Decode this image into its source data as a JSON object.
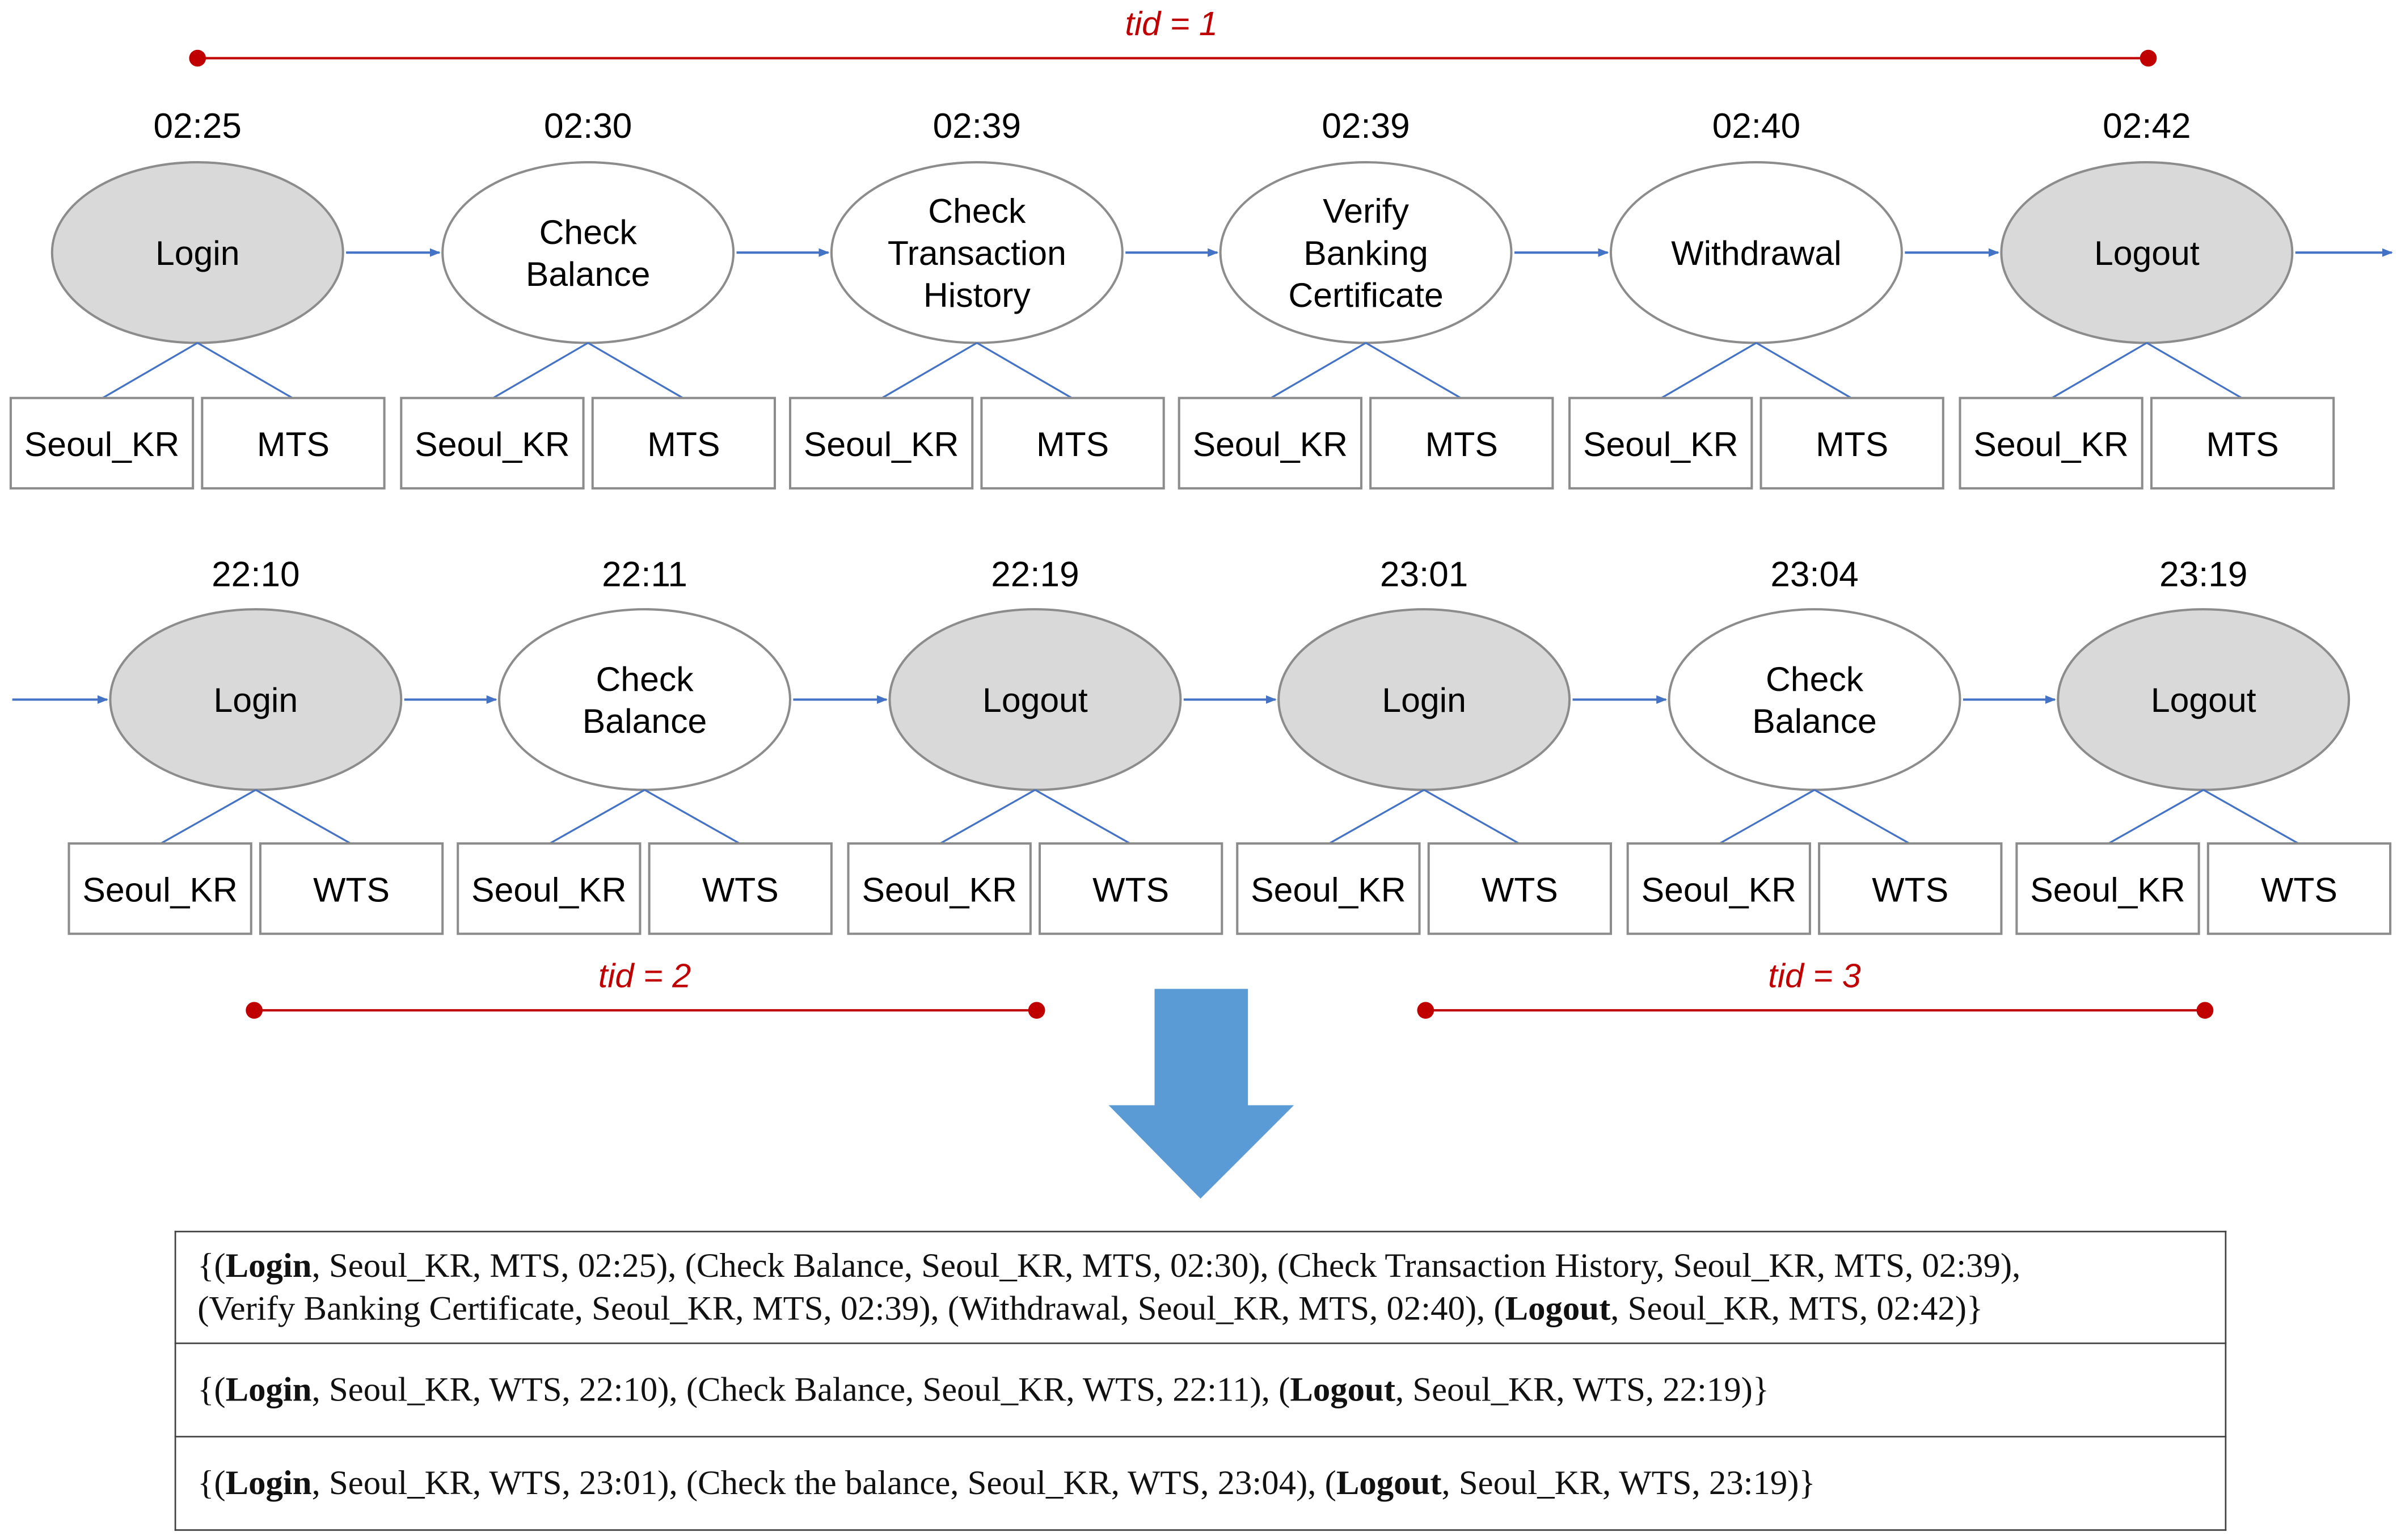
{
  "colors": {
    "tid_line": "#c00000",
    "edge_arrow": "#4472c4",
    "boundary_fill": "#d9d9d9",
    "node_stroke": "#8c8c8c",
    "big_arrow": "#5b9bd5"
  },
  "tid_labels": [
    "tid = 1",
    "tid = 2",
    "tid = 3"
  ],
  "rows": [
    {
      "events": [
        {
          "time": "02:25",
          "lines": [
            "Login"
          ],
          "boundary": true,
          "location": "Seoul_KR",
          "channel": "MTS"
        },
        {
          "time": "02:30",
          "lines": [
            "Check",
            "Balance"
          ],
          "boundary": false,
          "location": "Seoul_KR",
          "channel": "MTS"
        },
        {
          "time": "02:39",
          "lines": [
            "Check",
            "Transaction",
            "History"
          ],
          "boundary": false,
          "location": "Seoul_KR",
          "channel": "MTS"
        },
        {
          "time": "02:39",
          "lines": [
            "Verify",
            "Banking",
            "Certificate"
          ],
          "boundary": false,
          "location": "Seoul_KR",
          "channel": "MTS"
        },
        {
          "time": "02:40",
          "lines": [
            "Withdrawal"
          ],
          "boundary": false,
          "location": "Seoul_KR",
          "channel": "MTS"
        },
        {
          "time": "02:42",
          "lines": [
            "Logout"
          ],
          "boundary": true,
          "location": "Seoul_KR",
          "channel": "MTS"
        }
      ]
    },
    {
      "events": [
        {
          "time": "22:10",
          "lines": [
            "Login"
          ],
          "boundary": true,
          "location": "Seoul_KR",
          "channel": "WTS"
        },
        {
          "time": "22:11",
          "lines": [
            "Check",
            "Balance"
          ],
          "boundary": false,
          "location": "Seoul_KR",
          "channel": "WTS"
        },
        {
          "time": "22:19",
          "lines": [
            "Logout"
          ],
          "boundary": true,
          "location": "Seoul_KR",
          "channel": "WTS"
        },
        {
          "time": "23:01",
          "lines": [
            "Login"
          ],
          "boundary": true,
          "location": "Seoul_KR",
          "channel": "WTS"
        },
        {
          "time": "23:04",
          "lines": [
            "Check",
            "Balance"
          ],
          "boundary": false,
          "location": "Seoul_KR",
          "channel": "WTS"
        },
        {
          "time": "23:19",
          "lines": [
            "Logout"
          ],
          "boundary": true,
          "location": "Seoul_KR",
          "channel": "WTS"
        }
      ]
    }
  ],
  "transactions": [
    {
      "lines": [
        [
          {
            "t": "{(",
            "b": false
          },
          {
            "t": "Login",
            "b": true
          },
          {
            "t": ", Seoul_KR, MTS, 02:25), (Check Balance, Seoul_KR, MTS, 02:30), (Check Transaction History, Seoul_KR, MTS, 02:39),",
            "b": false
          }
        ],
        [
          {
            "t": "(Verify Banking Certificate, Seoul_KR, MTS, 02:39), (Withdrawal, Seoul_KR, MTS, 02:40), (",
            "b": false
          },
          {
            "t": "Logout",
            "b": true
          },
          {
            "t": ", Seoul_KR, MTS, 02:42)}",
            "b": false
          }
        ]
      ]
    },
    {
      "lines": [
        [
          {
            "t": "{(",
            "b": false
          },
          {
            "t": "Login",
            "b": true
          },
          {
            "t": ", Seoul_KR, WTS, 22:10), (Check Balance, Seoul_KR, WTS, 22:11), (",
            "b": false
          },
          {
            "t": "Logout",
            "b": true
          },
          {
            "t": ", Seoul_KR, WTS, 22:19)}",
            "b": false
          }
        ]
      ]
    },
    {
      "lines": [
        [
          {
            "t": "{(",
            "b": false
          },
          {
            "t": "Login",
            "b": true
          },
          {
            "t": ", Seoul_KR, WTS, 23:01), (Check the balance, Seoul_KR, WTS, 23:04), (",
            "b": false
          },
          {
            "t": "Logout",
            "b": true
          },
          {
            "t": ", Seoul_KR, WTS, 23:19)}",
            "b": false
          }
        ]
      ]
    }
  ]
}
